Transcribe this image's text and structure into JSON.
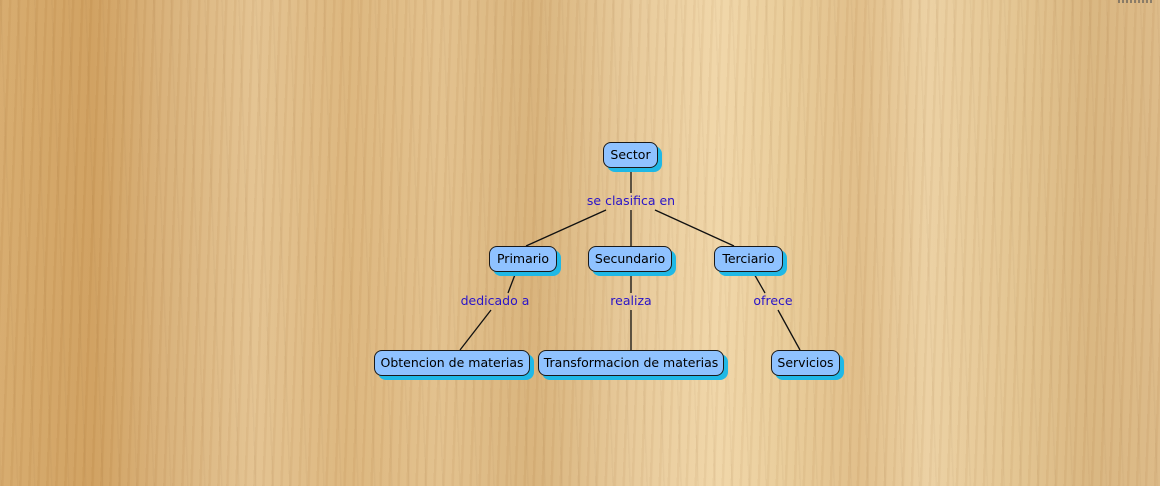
{
  "concept_map": {
    "nodes": {
      "sector": "Sector",
      "primario": "Primario",
      "secundario": "Secundario",
      "terciario": "Terciario",
      "obtencion": "Obtencion de materias",
      "transformacion": "Transformacion de materias",
      "servicios": "Servicios"
    },
    "links": {
      "clasifica": "se clasifica en",
      "dedicado": "dedicado a",
      "realiza": "realiza",
      "ofrece": "ofrece"
    },
    "edges": [
      [
        "sector",
        "clasifica"
      ],
      [
        "clasifica",
        "primario"
      ],
      [
        "clasifica",
        "secundario"
      ],
      [
        "clasifica",
        "terciario"
      ],
      [
        "primario",
        "dedicado"
      ],
      [
        "dedicado",
        "obtencion"
      ],
      [
        "secundario",
        "realiza"
      ],
      [
        "realiza",
        "transformacion"
      ],
      [
        "terciario",
        "ofrece"
      ],
      [
        "ofrece",
        "servicios"
      ]
    ],
    "colors": {
      "node_fill": "#8fc2ff",
      "node_shadow": "#1fb8e6",
      "link_text": "#2a14c8",
      "edge": "#111111"
    }
  }
}
